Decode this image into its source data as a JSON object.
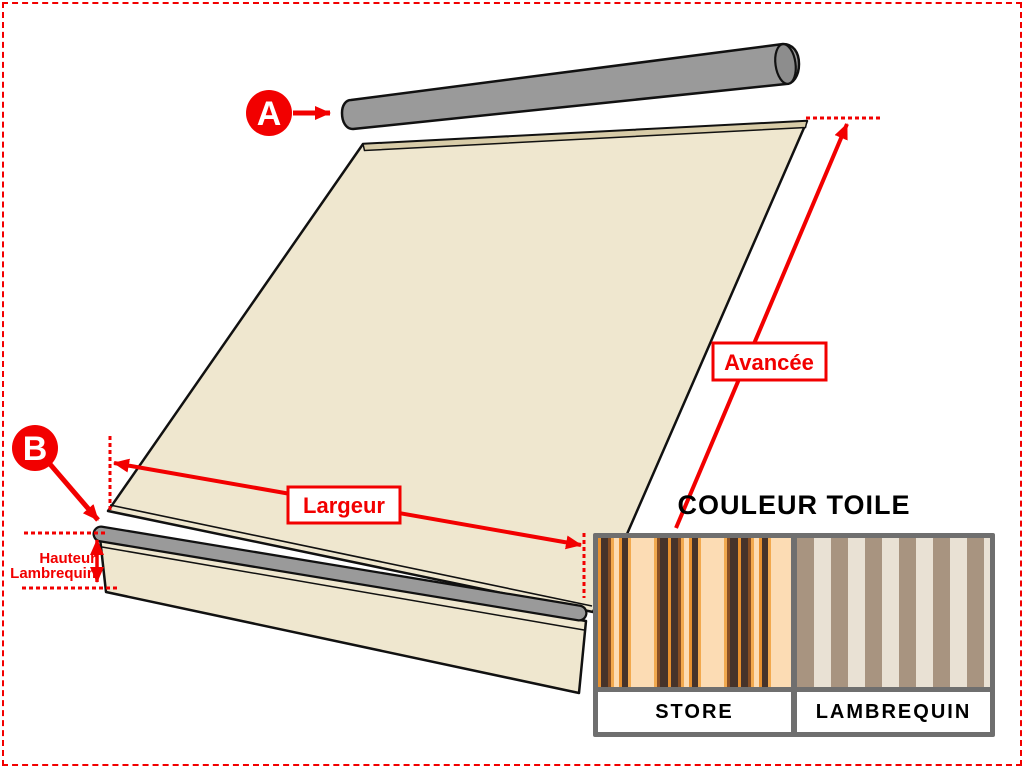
{
  "markers": {
    "a": "A",
    "b": "B"
  },
  "dimensions": {
    "largeur": "Largeur",
    "avancee": "Avancée",
    "hauteur_line1": "Hauteur",
    "hauteur_line2": "Lambrequin"
  },
  "swatches": {
    "heading": "COULEUR TOILE",
    "items": [
      {
        "label": "STORE",
        "pattern": "orange-brown-awning-stripes",
        "colors": [
          "#fcdcb4",
          "#f2a94e",
          "#8a4f23",
          "#46332a"
        ]
      },
      {
        "label": "LAMBREQUIN",
        "pattern": "taupe-cream-stripes",
        "colors": [
          "#a89480",
          "#e9e1d4"
        ]
      }
    ]
  },
  "colors": {
    "dimension_red": "#f20000",
    "canvas_beige": "#efe7cf",
    "hem_tan": "#d8cca8",
    "metal_gray": "#9a9a9a",
    "outline_black": "#111111",
    "swatch_frame_gray": "#6f6f6f",
    "page_border_red": "#f20000"
  }
}
